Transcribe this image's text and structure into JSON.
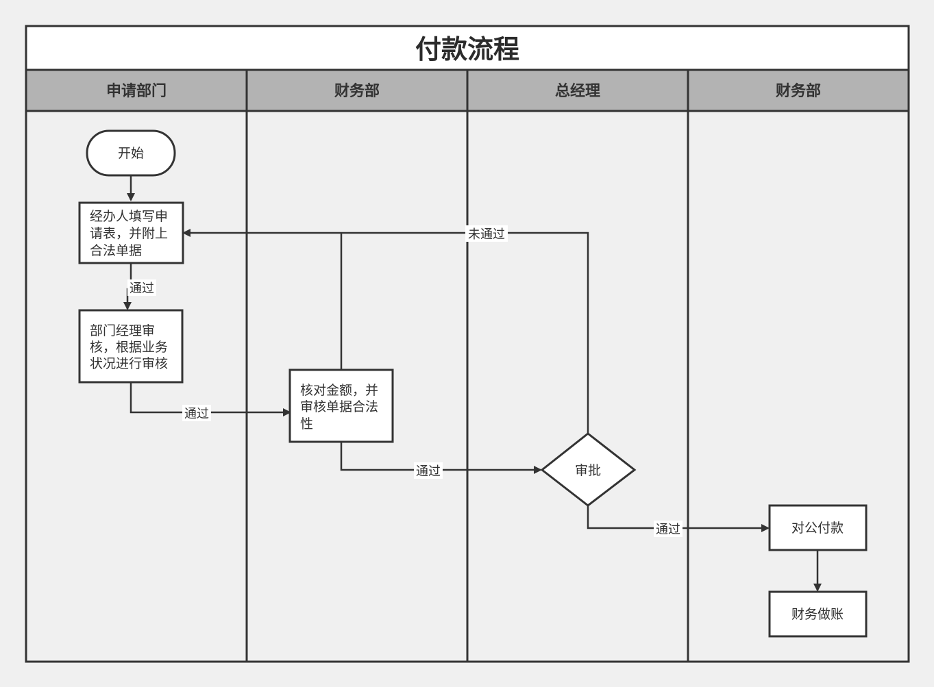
{
  "title": "付款流程",
  "lanes": [
    {
      "label": "申请部门"
    },
    {
      "label": "财务部"
    },
    {
      "label": "总经理"
    },
    {
      "label": "财务部"
    }
  ],
  "nodes": {
    "start": {
      "lines": [
        "开始"
      ]
    },
    "fill_form": {
      "lines": [
        "经办人填写申",
        "请表，并附上",
        "合法单据"
      ]
    },
    "dept_review": {
      "lines": [
        "部门经理审",
        "核，根据业务",
        "状况进行审核"
      ]
    },
    "verify": {
      "lines": [
        "核对金额，并",
        "审核单据合法",
        "性"
      ]
    },
    "approve": {
      "lines": [
        "审批"
      ]
    },
    "pay": {
      "lines": [
        "对公付款"
      ]
    },
    "bookkeeping": {
      "lines": [
        "财务做账"
      ]
    }
  },
  "edges": {
    "fill_to_review": {
      "label": "通过"
    },
    "review_to_verify": {
      "label": "通过"
    },
    "verify_to_approve": {
      "label": "通过"
    },
    "approve_to_pay": {
      "label": "通过"
    },
    "approve_reject": {
      "label": "未通过"
    }
  }
}
